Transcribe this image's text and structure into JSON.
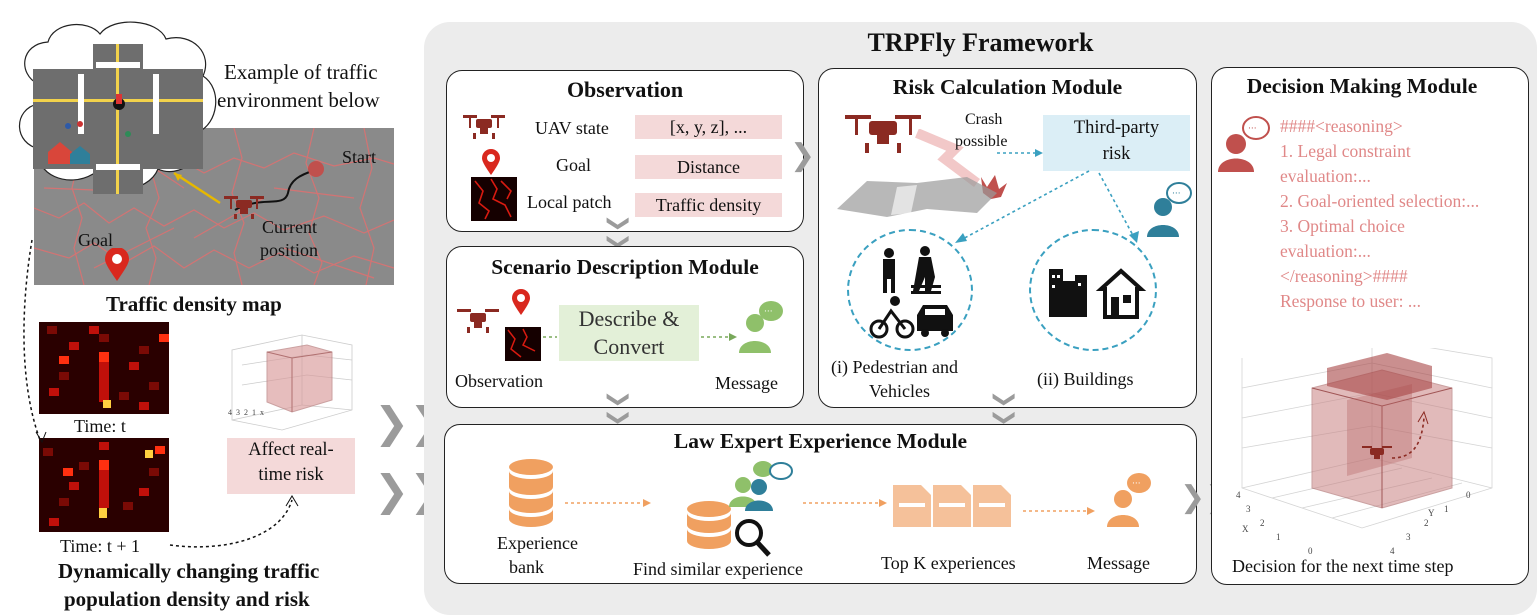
{
  "framework_title": "TRPFly Framework",
  "left": {
    "example_label_1": "Example of traffic",
    "example_label_2": "environment below",
    "start_label": "Start",
    "current_position_1": "Current",
    "current_position_2": "position",
    "goal_label": "Goal",
    "density_map_title": "Traffic density map",
    "time_t": "Time: t",
    "time_t1": "Time: t + 1",
    "affect_risk_1": "Affect real-",
    "affect_risk_2": "time risk",
    "bottom_title_1": "Dynamically changing traffic",
    "bottom_title_2": "population density and risk",
    "cube_ticks": [
      "4",
      "3",
      "2",
      "1",
      "x"
    ]
  },
  "observation": {
    "title": "Observation",
    "rows": [
      {
        "label": "UAV state",
        "value": "[x, y, z], ..."
      },
      {
        "label": "Goal",
        "value": "Distance"
      },
      {
        "label": "Local patch",
        "value": "Traffic density"
      }
    ]
  },
  "scenario": {
    "title": "Scenario Description Module",
    "observation_label": "Observation",
    "describe_1": "Describe &",
    "describe_2": "Convert",
    "message_label": "Message"
  },
  "risk": {
    "title": "Risk Calculation Module",
    "crash_1": "Crash",
    "crash_2": "possible",
    "third_party_1": "Third-party",
    "third_party_2": "risk",
    "pedestrian_1": "(i) Pedestrian and",
    "pedestrian_2": "Vehicles",
    "buildings": "(ii) Buildings"
  },
  "law": {
    "title": "Law Expert Experience Module",
    "bank_1": "Experience",
    "bank_2": "bank",
    "find_similar": "Find similar experience",
    "top_k": "Top K experiences",
    "message": "Message"
  },
  "decision": {
    "title": "Decision Making Module",
    "lines": [
      "####<reasoning>",
      "1. Legal constraint",
      "evaluation:...",
      "2. Goal-oriented selection:...",
      "3. Optimal choice",
      "evaluation:...",
      "</reasoning>####",
      "Response to user: ..."
    ],
    "caption": "Decision for the next time step",
    "axis_ticks_x": [
      "4",
      "3",
      "2",
      "1",
      "0"
    ],
    "axis_ticks_y": [
      "0",
      "1",
      "2",
      "3",
      "4"
    ],
    "axis_x": "X",
    "axis_y": "Y"
  },
  "colors": {
    "drone": "#8b2a22",
    "pink_box": "#f4d9d9",
    "green_box": "#e3f0d8",
    "blue_box": "#dbeef6",
    "orange": "#f0a060",
    "teal": "#2f7f9a",
    "panel_bg": "#ececec"
  }
}
